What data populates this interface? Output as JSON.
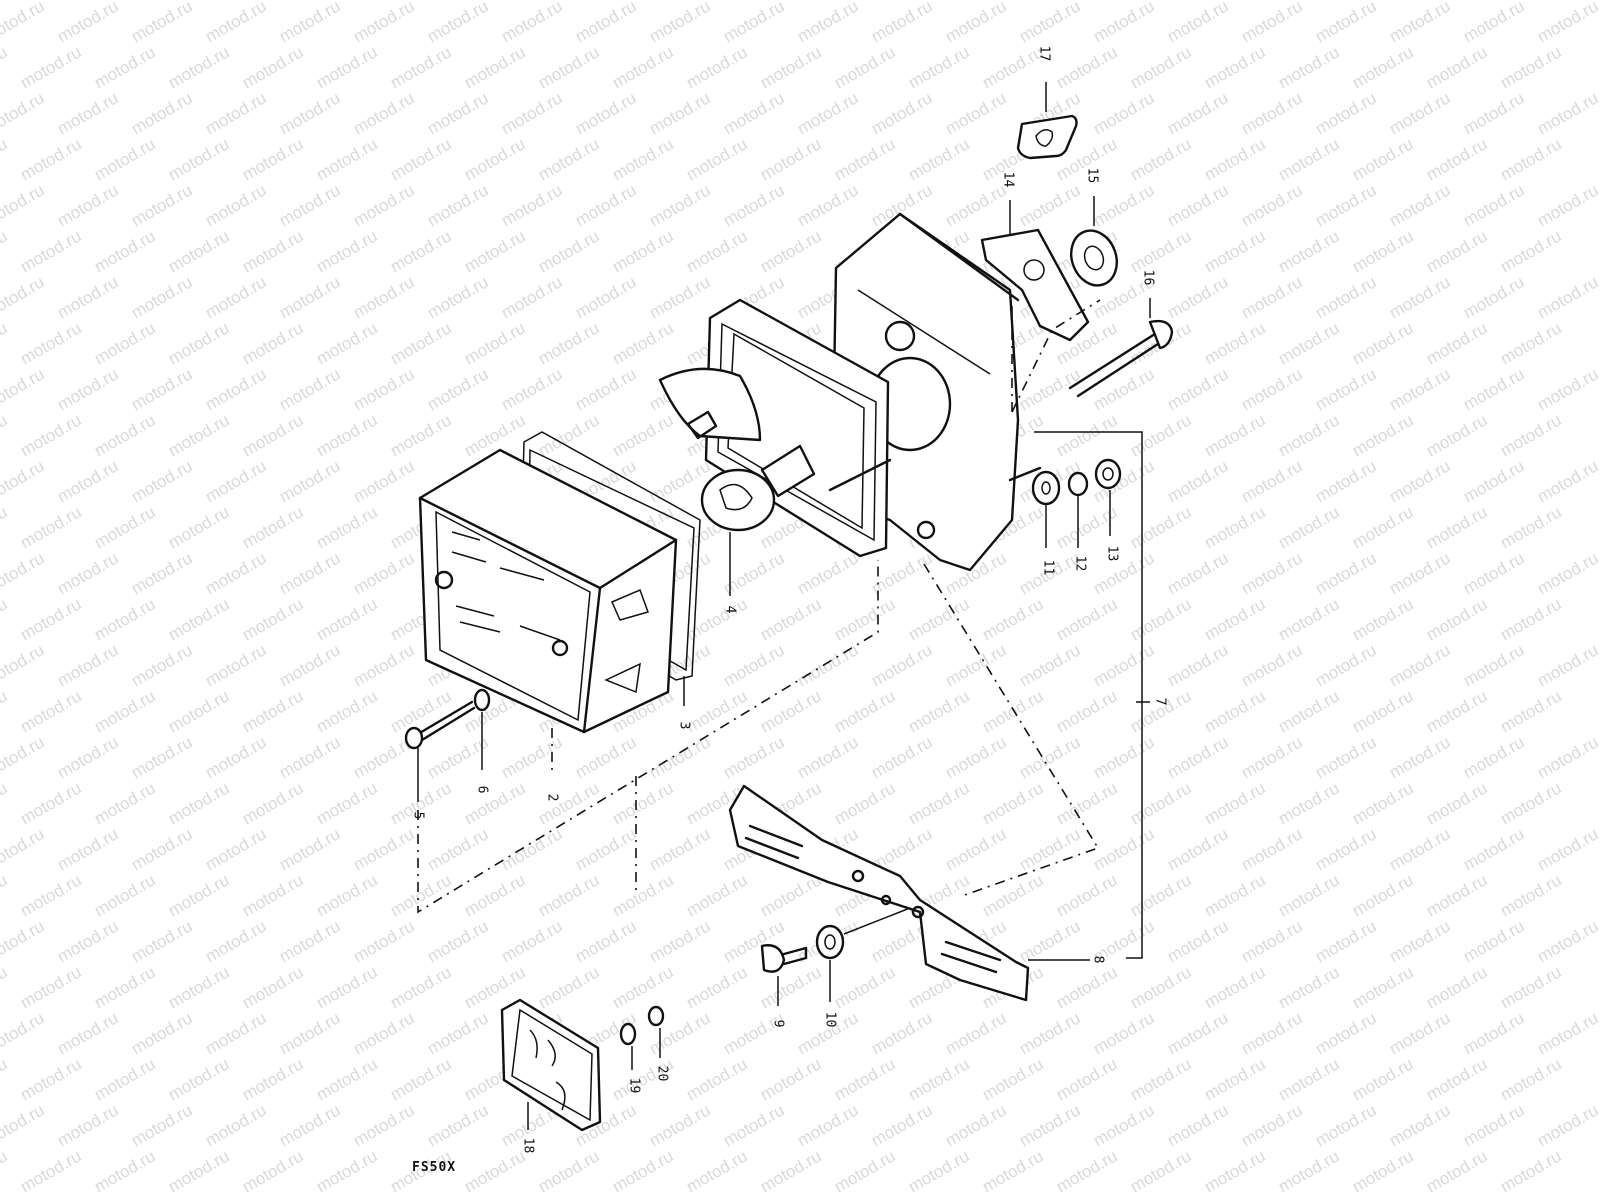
{
  "watermark": {
    "text": "motod.ru"
  },
  "model_label": "FS50X",
  "callouts": [
    {
      "id": "17",
      "text": "17"
    },
    {
      "id": "14",
      "text": "14"
    },
    {
      "id": "15",
      "text": "15"
    },
    {
      "id": "16",
      "text": "16"
    },
    {
      "id": "11",
      "text": "11"
    },
    {
      "id": "12",
      "text": "12"
    },
    {
      "id": "13",
      "text": "13"
    },
    {
      "id": "4",
      "text": "4"
    },
    {
      "id": "3",
      "text": "3"
    },
    {
      "id": "6",
      "text": "6"
    },
    {
      "id": "2",
      "text": "2"
    },
    {
      "id": "5",
      "text": "5"
    },
    {
      "id": "7",
      "text": "7"
    },
    {
      "id": "8",
      "text": "8"
    },
    {
      "id": "9",
      "text": "9"
    },
    {
      "id": "10",
      "text": "10"
    },
    {
      "id": "19",
      "text": "19"
    },
    {
      "id": "20",
      "text": "20"
    },
    {
      "id": "18",
      "text": "18"
    }
  ],
  "colors": {
    "line": "#111111",
    "watermark": "#d9d9d9",
    "background": "#ffffff"
  }
}
